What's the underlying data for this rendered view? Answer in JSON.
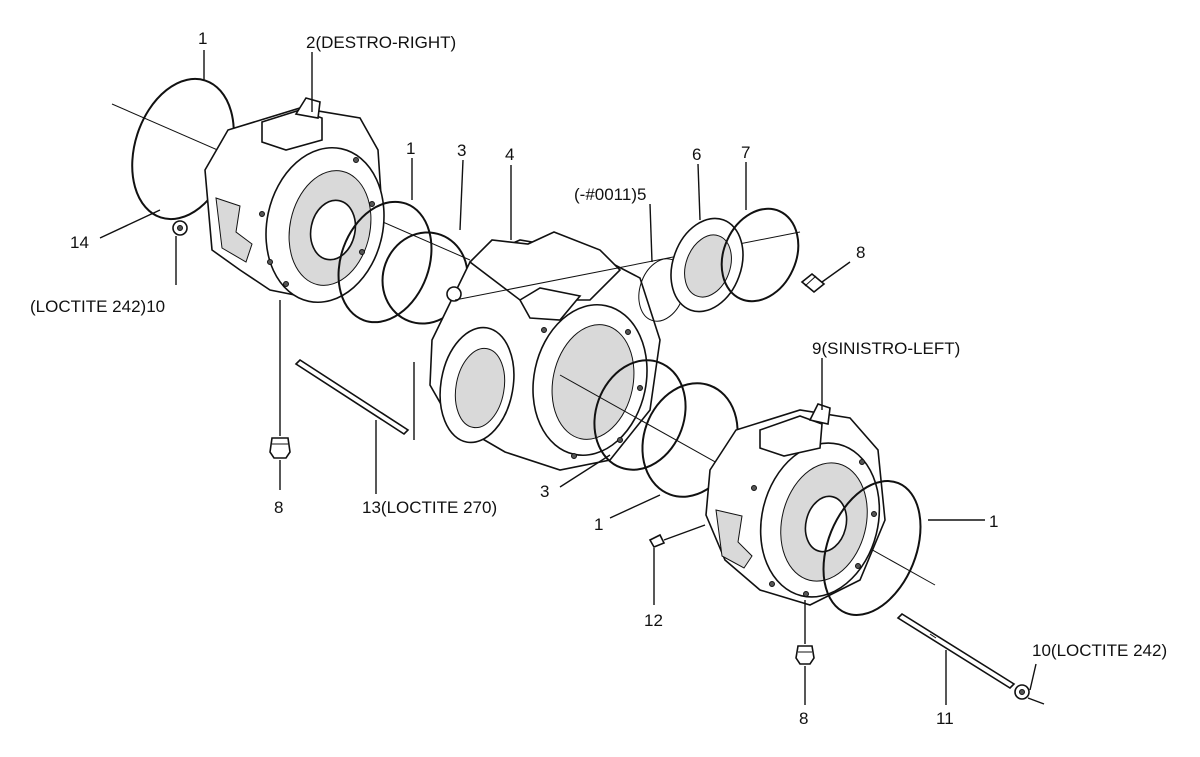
{
  "labels": {
    "l1_top": "1",
    "l2": "2(DESTRO-RIGHT)",
    "l1_mid": "1",
    "l3_top": "3",
    "l4": "4",
    "l5": "(-#0011)5",
    "l6": "6",
    "l7": "7",
    "l8_right": "8",
    "l9": "9(SINISTRO-LEFT)",
    "l14": "14",
    "l10_left": "(LOCTITE 242)10",
    "l8_left": "8",
    "l13": "13(LOCTITE 270)",
    "l3_bottom": "3",
    "l1_bottom": "1",
    "l1_right": "1",
    "l12": "12",
    "l8_bottom": "8",
    "l11": "11",
    "l10_right": "10(LOCTITE 242)"
  }
}
